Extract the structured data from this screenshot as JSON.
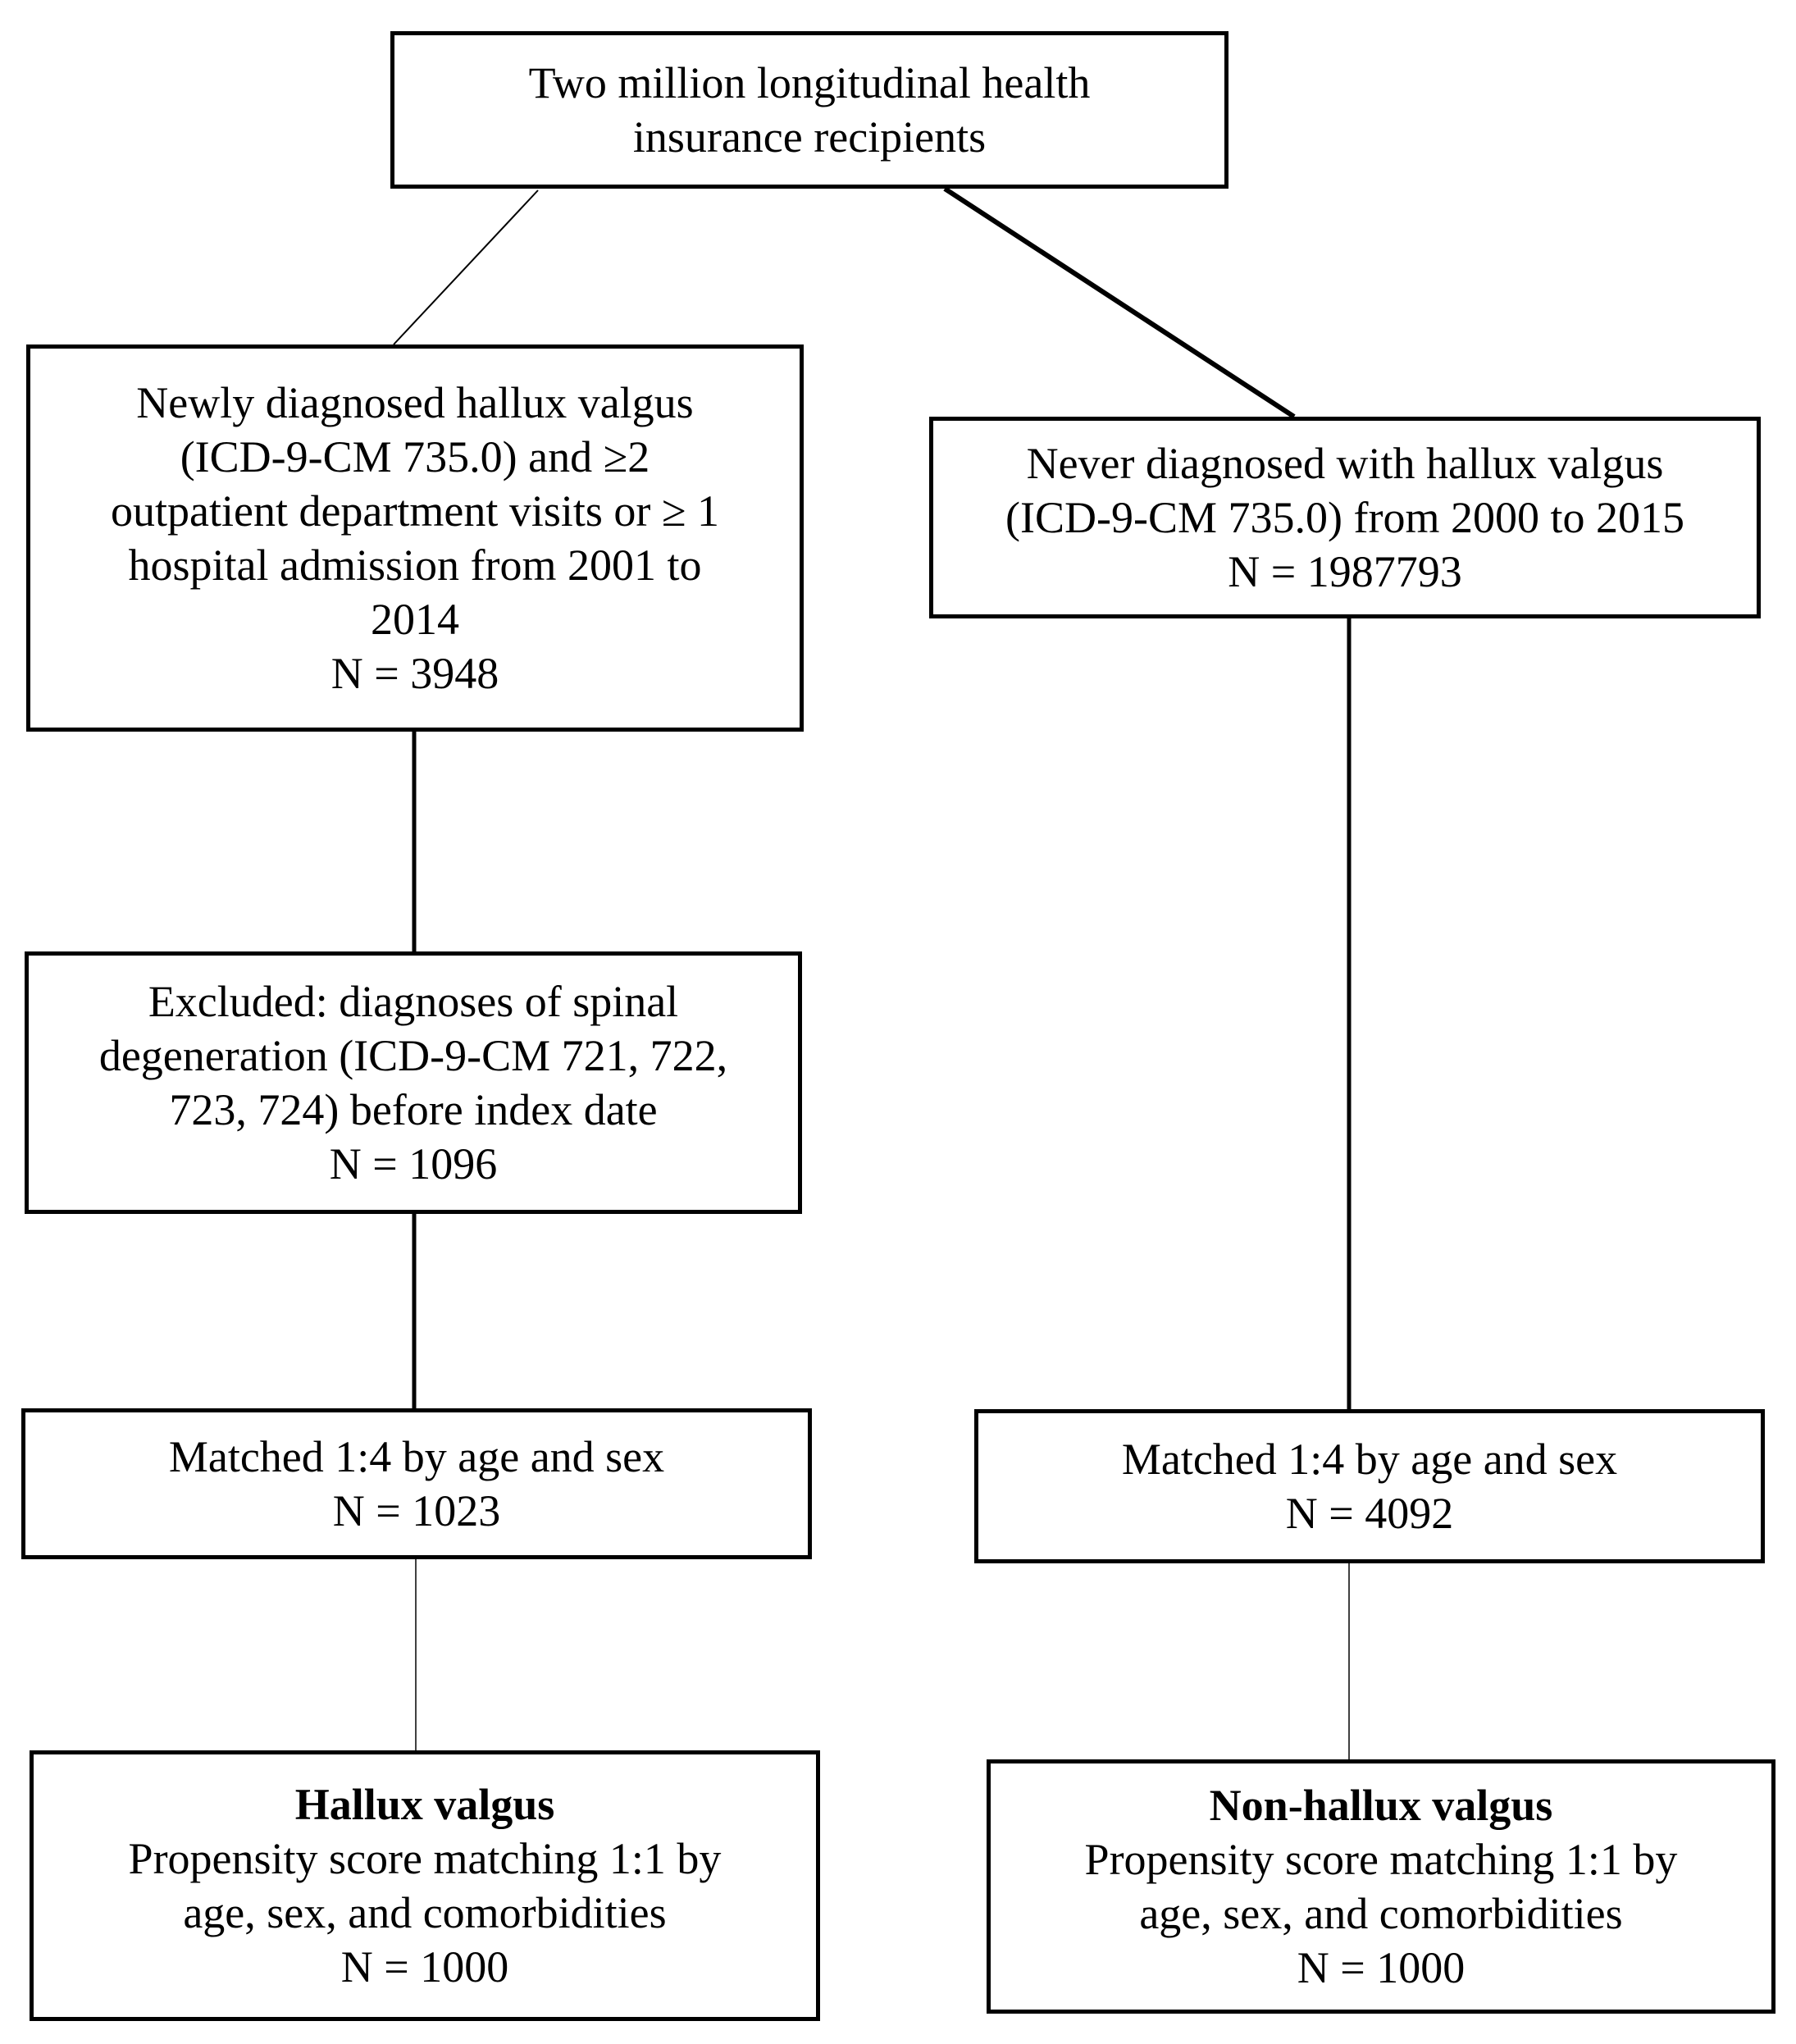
{
  "diagram": {
    "nodes": {
      "root": {
        "lines": [
          "Two million longitudinal health",
          "insurance recipients"
        ]
      },
      "hv_diagnosed": {
        "lines": [
          "Newly diagnosed hallux valgus",
          "(ICD-9-CM 735.0) and ≥2",
          "outpatient department visits or ≥ 1",
          "hospital admission from 2001 to",
          "2014"
        ],
        "count": "N = 3948"
      },
      "never_diagnosed": {
        "lines": [
          "Never diagnosed with hallux valgus",
          "(ICD-9-CM 735.0) from 2000 to 2015"
        ],
        "count": "N = 1987793"
      },
      "excluded": {
        "lines": [
          "Excluded: diagnoses of spinal",
          "degeneration (ICD-9-CM 721, 722,",
          "723, 724) before index date"
        ],
        "count": "N = 1096"
      },
      "matched_left": {
        "lines": [
          "Matched 1:4 by age and sex"
        ],
        "count": "N = 1023"
      },
      "matched_right": {
        "lines": [
          "Matched 1:4 by age and sex"
        ],
        "count": "N = 4092"
      },
      "hv_final": {
        "title": "Hallux valgus",
        "lines": [
          "Propensity score matching 1:1 by",
          "age, sex, and comorbidities"
        ],
        "count": "N = 1000"
      },
      "nonhv_final": {
        "title": "Non-hallux valgus",
        "lines": [
          "Propensity score matching 1:1 by",
          "age, sex, and comorbidities"
        ],
        "count": "N = 1000"
      }
    },
    "edges": [
      {
        "from": "root",
        "to": "hv_diagnosed"
      },
      {
        "from": "root",
        "to": "never_diagnosed"
      },
      {
        "from": "hv_diagnosed",
        "to": "excluded"
      },
      {
        "from": "excluded",
        "to": "matched_left"
      },
      {
        "from": "never_diagnosed",
        "to": "matched_right"
      },
      {
        "from": "matched_left",
        "to": "hv_final"
      },
      {
        "from": "matched_right",
        "to": "nonhv_final"
      }
    ]
  }
}
